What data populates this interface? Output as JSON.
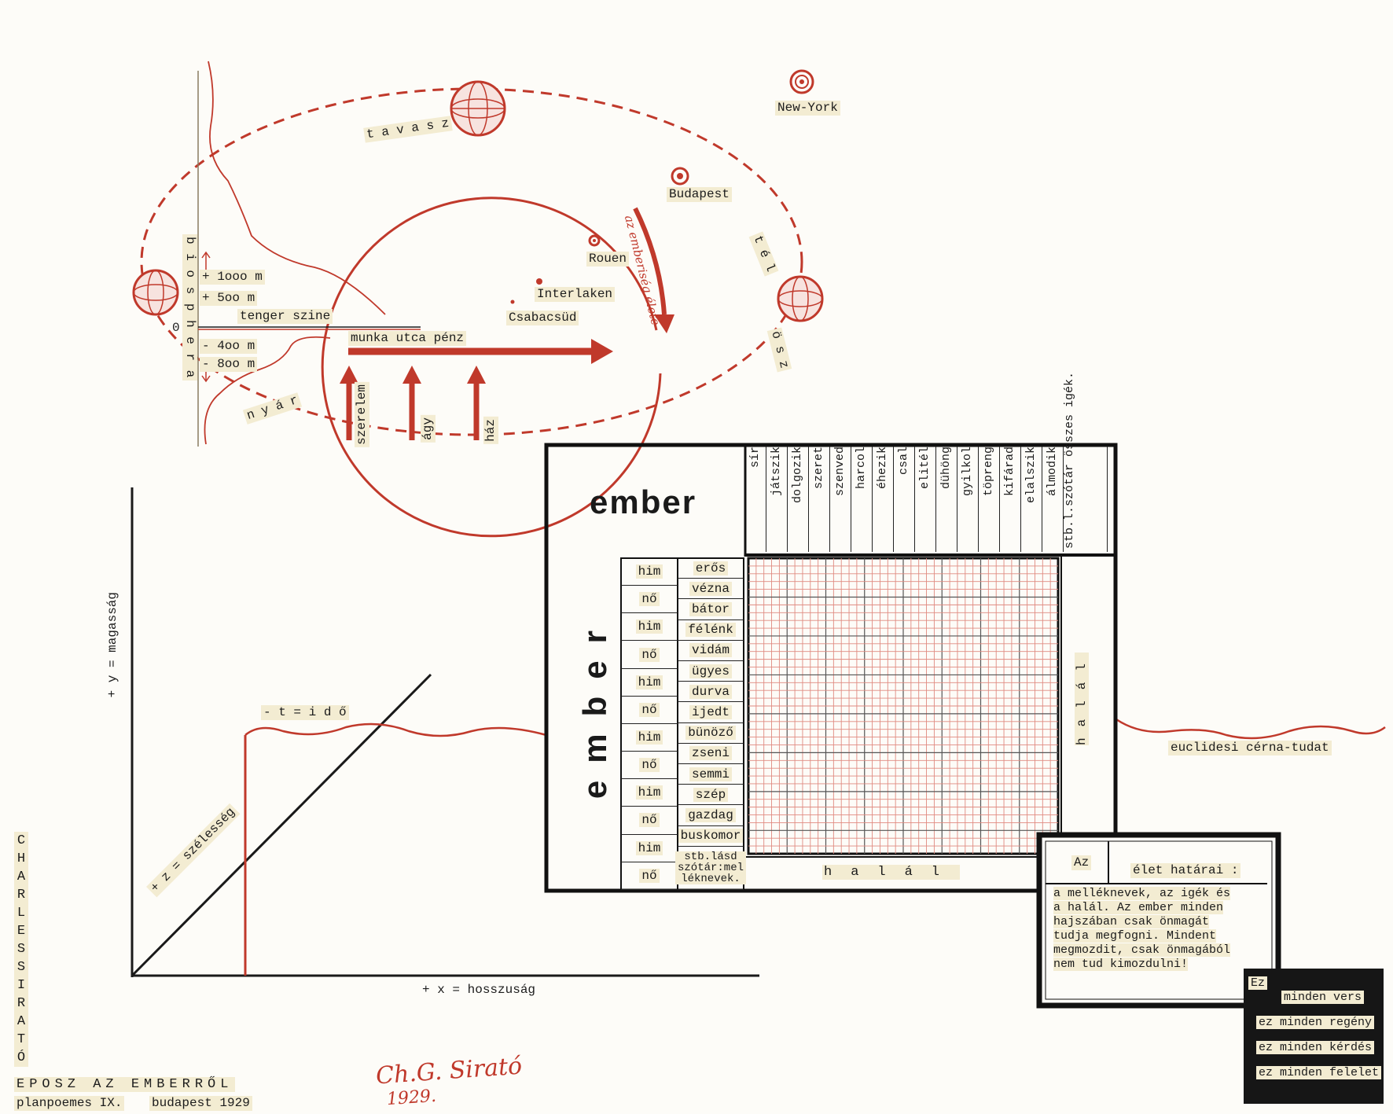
{
  "labels": {
    "tavasz": "t a v a s z",
    "new_york": "New-York",
    "budapest": "Budapest",
    "rouen": "Rouen",
    "interlaken": "Interlaken",
    "csabacsud": "Csabacsüd",
    "tel": "t é l",
    "osz": "ö s z",
    "nyar": "n y á r",
    "biosphera": "b i o s p h e r a",
    "alt_1000": "+ 1ooo m",
    "alt_500": "+ 5oo m",
    "tenger_szine": "tenger szine",
    "zero": "0",
    "alt_400": "- 4oo m",
    "alt_800": "- 8oo m",
    "munka": "munka  utca  pénz",
    "szerelem": "szerelem",
    "agy": "ágy",
    "haz": "ház",
    "emberiseg": "az emberiség élete",
    "y_axis": "+ y = magasság",
    "x_axis": "+ x = hosszuság",
    "z_axis": "+ z = szélesség",
    "t_ido": "- t =  i d ő",
    "euclid": "euclidesi cérna-tudat"
  },
  "table": {
    "ember_h": "ember",
    "ember_v": "ember",
    "verbs": [
      "sír",
      "játszik",
      "dolgozik",
      "szeret",
      "szenved",
      "harcol",
      "éhezik",
      "csal",
      "elitél",
      "dühöng",
      "gyilkol",
      "töpreng",
      "kifárad",
      "elalszik",
      "álmodik"
    ],
    "verbs_last": "stb.l.szótár összes igék.",
    "genders": [
      "him",
      "nő",
      "him",
      "nő",
      "him",
      "nő",
      "him",
      "nő",
      "him",
      "nő",
      "him",
      "nő"
    ],
    "adjectives": [
      "erős",
      "vézna",
      "bátor",
      "félénk",
      "vidám",
      "ügyes",
      "durva",
      "ijedt",
      "bünöző",
      "zseni",
      "semmi",
      "szép",
      "gazdag",
      "buskomor"
    ],
    "adjectives_last": "stb.lásd szótár:mel léknevek.",
    "halal_v": "halál",
    "halal_h": "halál"
  },
  "box": {
    "az": "Az",
    "title": "élet határai :",
    "lines": [
      "a melléknevek, az igék és",
      "a halál.  Az ember minden",
      "hajszában csak önmagát",
      "tudja megfogni.  Mindent",
      "megmozdit,  csak önmagából",
      "nem tud kimozdulni!"
    ]
  },
  "blackbox": {
    "ez": "Ez",
    "items": [
      "minden vers",
      "ez minden regény",
      "ez minden kérdés",
      "ez minden felelet"
    ]
  },
  "footer": {
    "author_letters": [
      "C",
      "H",
      "A",
      "R",
      "L",
      "E",
      "S",
      "S",
      "I",
      "R",
      "A",
      "T",
      "Ó"
    ],
    "title": "EPOSZ AZ EMBERRŐL",
    "subtitle": "planpoemes IX.",
    "place": "budapest 1929",
    "signature": "Ch.G. Sirató",
    "sig_year": "1929."
  },
  "colors": {
    "red": "#c0392b",
    "ink": "#1a1a1a",
    "paper": "#fdfcf8",
    "label_bg": "#f3ecd2"
  }
}
